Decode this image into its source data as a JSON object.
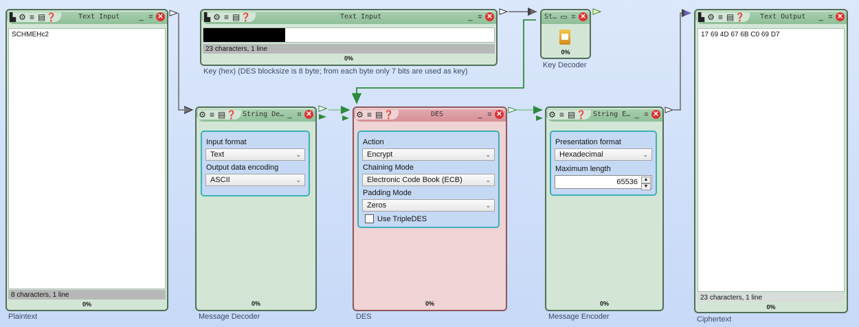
{
  "colors": {
    "canvas": "#c9dbf8",
    "component_green": "#d3e6d6",
    "component_red": "#f0d3d5",
    "wire_green": "#2f8a3c",
    "wire_gray": "#555555",
    "wire_purple": "#6a5fc1",
    "settings_border": "#3ab0b6"
  },
  "plaintext": {
    "title": "Text Input",
    "text": "SCHMEHc2",
    "status": "8 characters,  1 line",
    "progress": "0%",
    "caption": "Plaintext"
  },
  "key_input": {
    "title": "Text Input",
    "status": "23 characters,  1 line",
    "progress": "0%",
    "caption": "Key (hex) (DES blocksize is 8 byte; from each byte only 7 bits are used as key)"
  },
  "key_decoder": {
    "title": "St…",
    "progress": "0%",
    "caption": "Key Decoder",
    "icon": "key-lock-icon"
  },
  "message_decoder": {
    "title": "String De…",
    "progress": "0%",
    "caption": "Message Decoder",
    "input_format_label": "Input format",
    "input_format_value": "Text",
    "output_encoding_label": "Output data encoding",
    "output_encoding_value": "ASCII"
  },
  "des": {
    "title": "DES",
    "progress": "0%",
    "caption": "DES",
    "action_label": "Action",
    "action_value": "Encrypt",
    "chaining_label": "Chaining Mode",
    "chaining_value": "Electronic Code Book (ECB)",
    "padding_label": "Padding Mode",
    "padding_value": "Zeros",
    "triple_des_label": "Use TripleDES",
    "triple_des_checked": false
  },
  "message_encoder": {
    "title": "String E…",
    "progress": "0%",
    "caption": "Message Encoder",
    "presentation_label": "Presentation format",
    "presentation_value": "Hexadecimal",
    "maxlen_label": "Maximum length",
    "maxlen_value": "65536"
  },
  "ciphertext": {
    "title": "Text Output",
    "text": "17 69 4D 67 6B C0 69 D7",
    "status": "23 characters,  1 line",
    "progress": "0%",
    "caption": "Ciphertext"
  },
  "icons": {
    "picture": "picture-icon",
    "settings": "gear-icon",
    "log": "list-icon",
    "data": "clipboard-icon",
    "help": "help-bubble-icon",
    "minimize": "minimize-icon",
    "maximize": "maximize-icon",
    "close": "close-icon"
  }
}
